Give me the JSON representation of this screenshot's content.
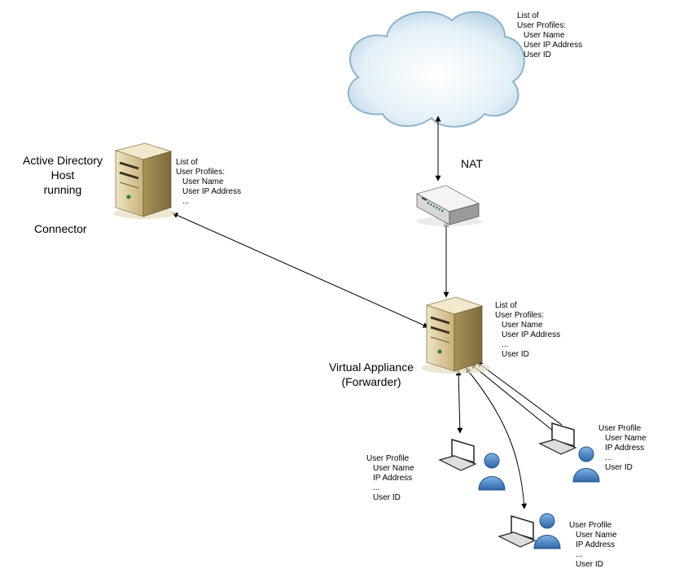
{
  "cloud_note": {
    "title": "List of",
    "subtitle": "User Profiles:",
    "fields": [
      "User Name",
      "User IP Address",
      "User ID"
    ]
  },
  "nat": {
    "label": "NAT"
  },
  "ad_host": {
    "label_lines": [
      "Active Directory",
      "Host",
      "running"
    ],
    "connector_label": "Connector"
  },
  "ad_note": {
    "title": "List of",
    "subtitle": "User Profiles:",
    "fields": [
      "User Name",
      "User IP Address",
      "..."
    ]
  },
  "appliance": {
    "label_lines": [
      "Virtual Appliance",
      "(Forwarder)"
    ]
  },
  "appliance_note": {
    "title": "List of",
    "subtitle": "User Profiles:",
    "fields": [
      "User Name",
      "User IP Address",
      "...",
      "User ID"
    ]
  },
  "user_left": {
    "title": "User Profile",
    "fields": [
      "User Name",
      "IP Address",
      "...",
      "User ID"
    ]
  },
  "user_right": {
    "title": "User Profile",
    "fields": [
      "User Name",
      "IP Address",
      "...",
      "User ID"
    ]
  },
  "user_bottom": {
    "title": "User Profile",
    "fields": [
      "User Name",
      "IP Address",
      "...",
      "User ID"
    ]
  },
  "colors": {
    "cloud_edge": "#7fa9c4",
    "cloud_fill": "#e8f2f8",
    "server_beige": "#d9c89e",
    "user_blue": "#3f7fc4"
  }
}
